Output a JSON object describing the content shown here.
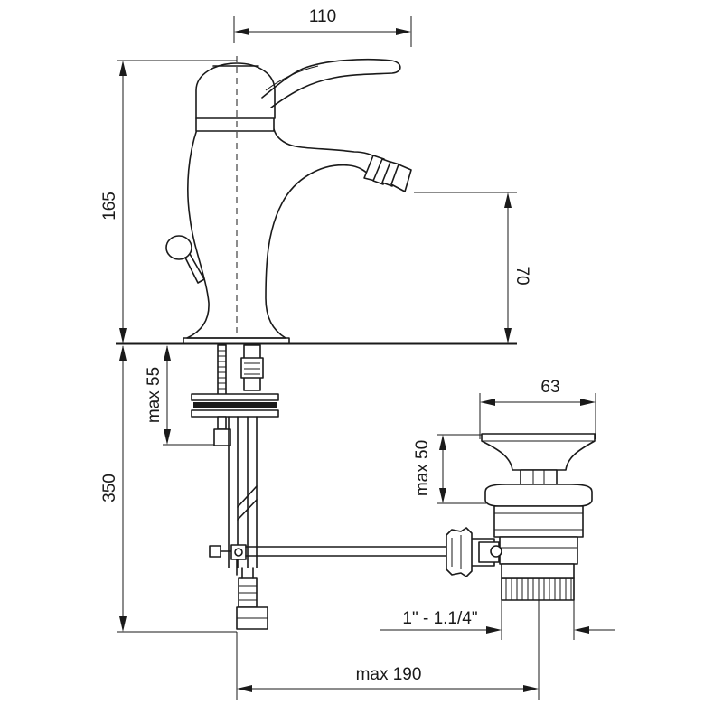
{
  "dimensions": {
    "spout_reach": "110",
    "total_height": "165",
    "outlet_height": "70",
    "deck_thickness": "max 55",
    "hose_length": "350",
    "waste_cap_diameter": "63",
    "waste_cap_height": "max 50",
    "waste_thread": "1\" - 1.1/4\"",
    "rod_reach": "max 190"
  }
}
